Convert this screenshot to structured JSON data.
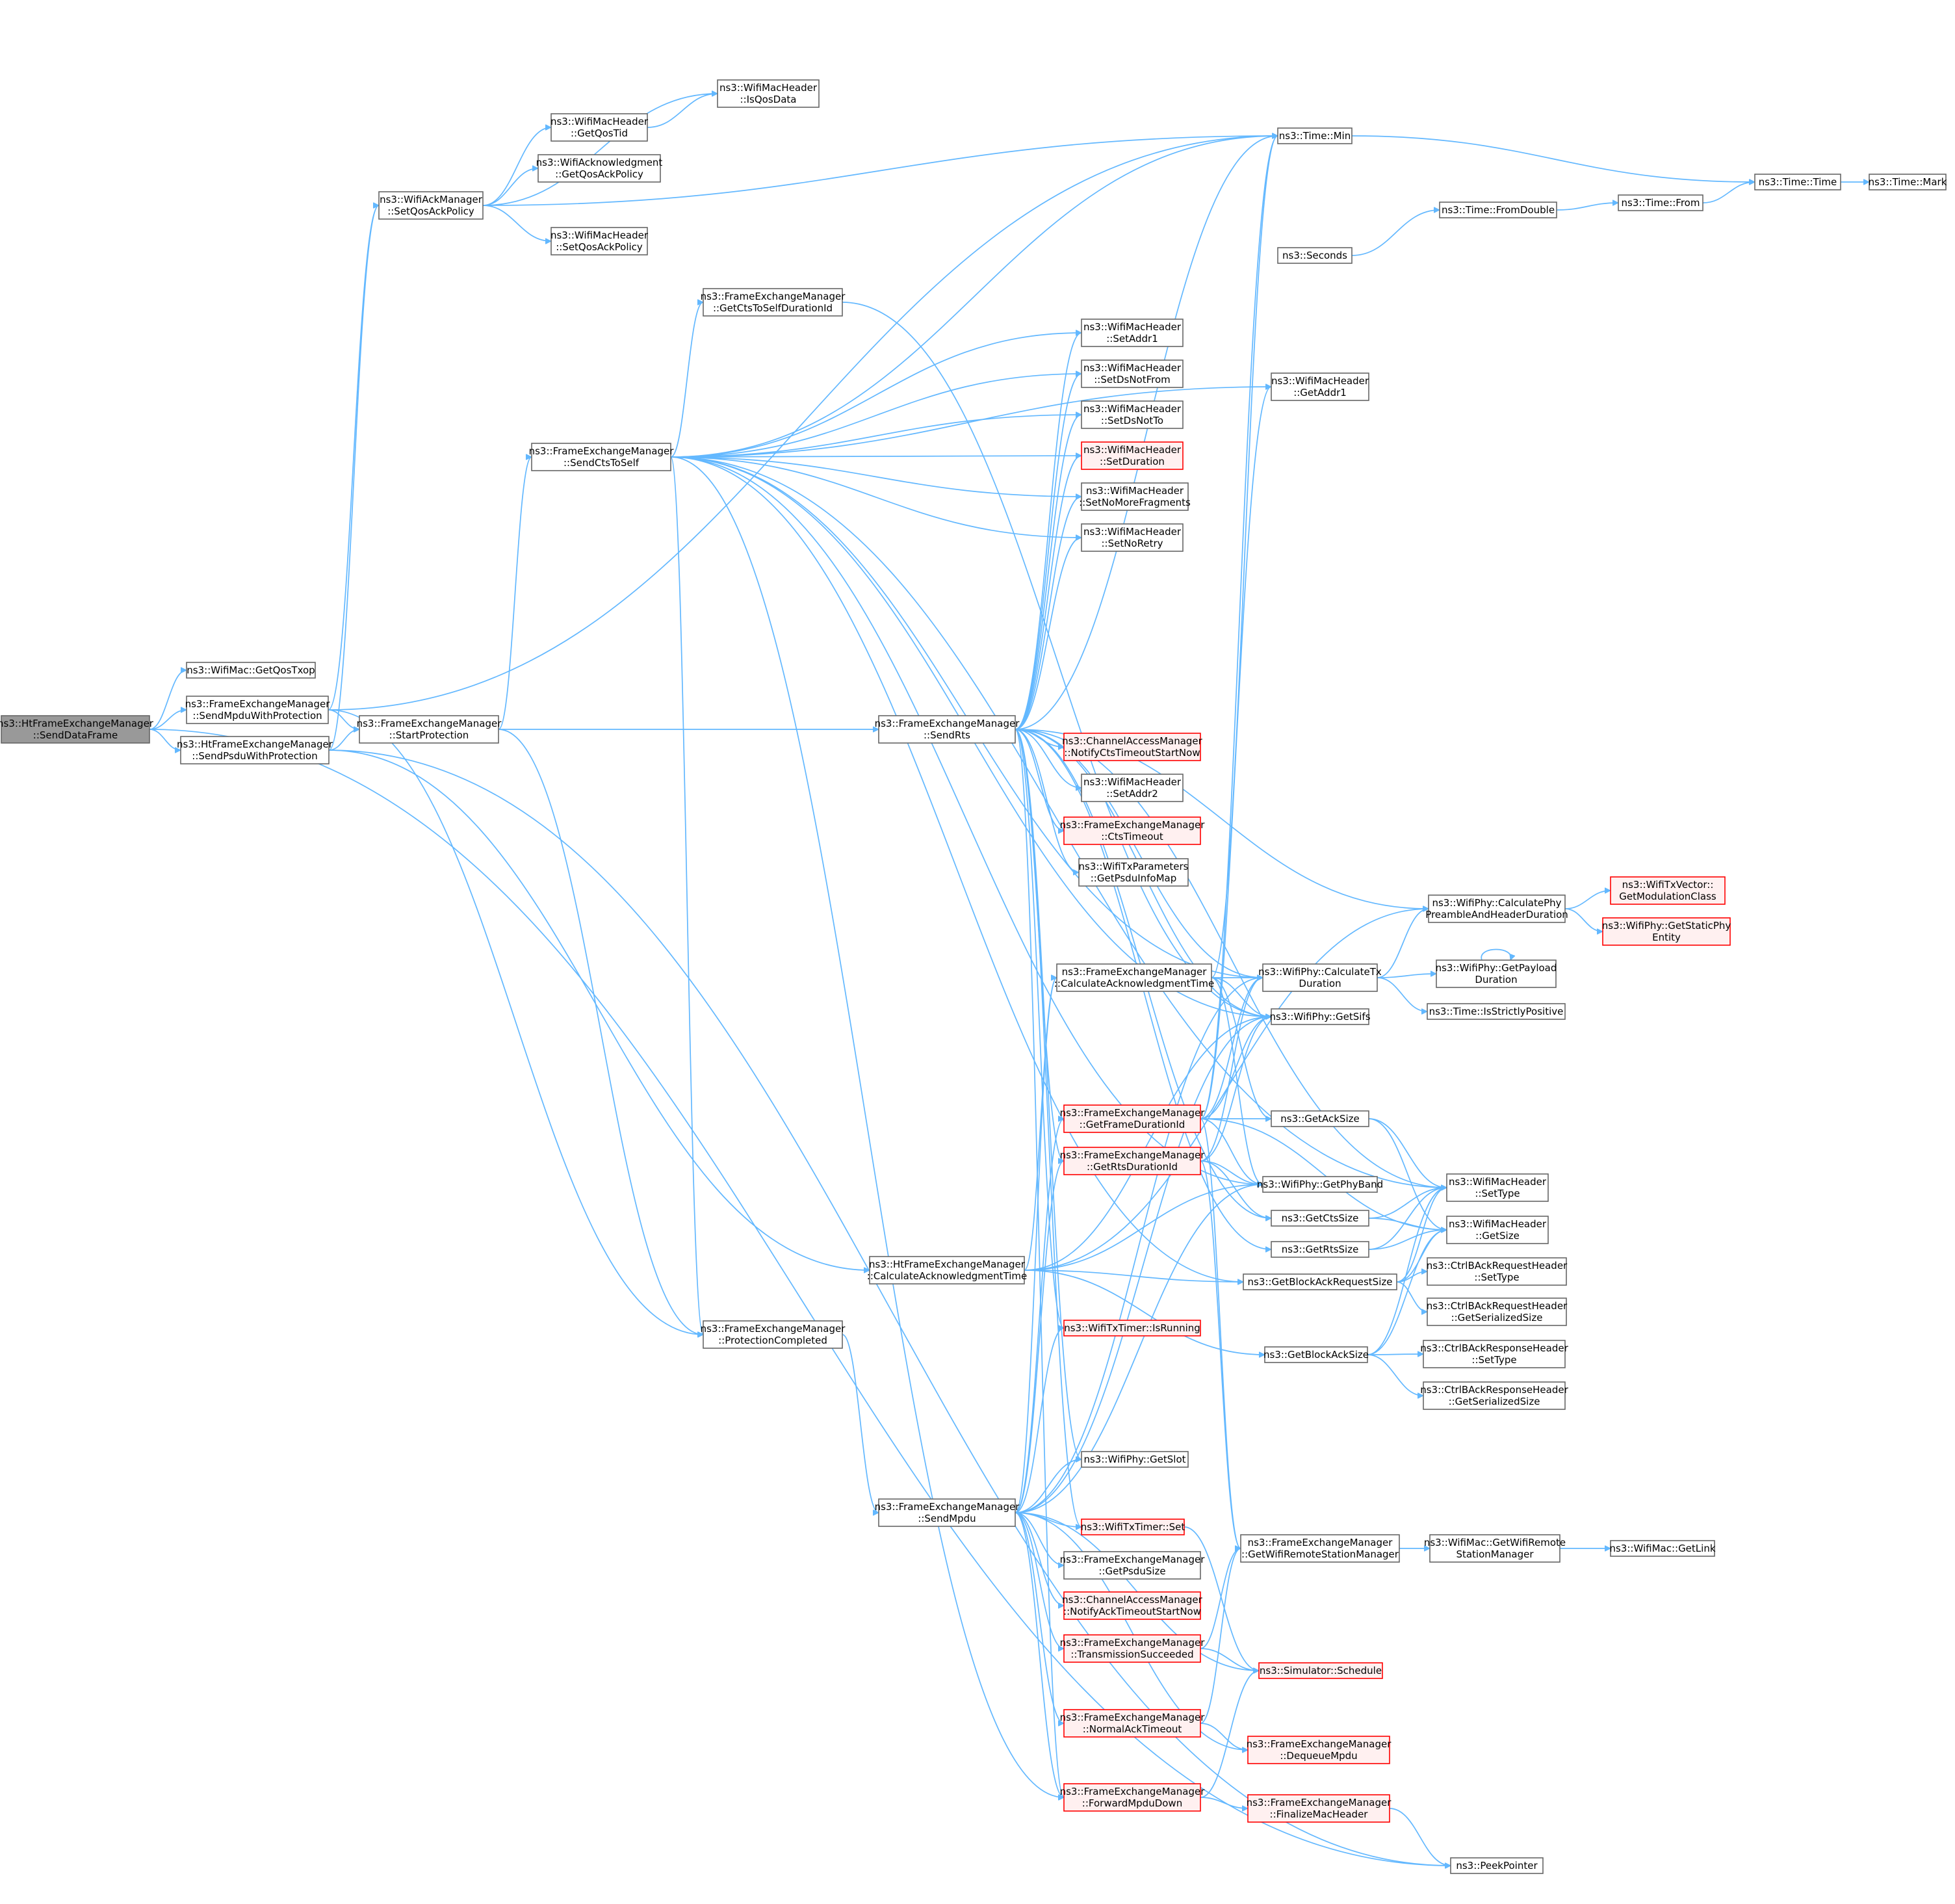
{
  "nodes": [
    {
      "id": "root",
      "lines": [
        "ns3::HtFrameExchangeManager",
        "::SendDataFrame"
      ],
      "style": "root"
    },
    {
      "id": "getqostxop",
      "lines": [
        "ns3::WifiMac::GetQosTxop"
      ],
      "style": "normal"
    },
    {
      "id": "sendmpduwp",
      "lines": [
        "ns3::FrameExchangeManager",
        "::SendMpduWithProtection"
      ],
      "style": "normal"
    },
    {
      "id": "sendpsduwp",
      "lines": [
        "ns3::HtFrameExchangeManager",
        "::SendPsduWithProtection"
      ],
      "style": "normal"
    },
    {
      "id": "setqosackpolicy",
      "lines": [
        "ns3::WifiAckManager",
        "::SetQosAckPolicy"
      ],
      "style": "normal"
    },
    {
      "id": "startprotection",
      "lines": [
        "ns3::FrameExchangeManager",
        "::StartProtection"
      ],
      "style": "normal"
    },
    {
      "id": "getqostid",
      "lines": [
        "ns3::WifiMacHeader",
        "::GetQosTid"
      ],
      "style": "normal"
    },
    {
      "id": "ackgetqospolicy",
      "lines": [
        "ns3::WifiAcknowledgment",
        "::GetQosAckPolicy"
      ],
      "style": "normal"
    },
    {
      "id": "hdrsetqosackpolicy",
      "lines": [
        "ns3::WifiMacHeader",
        "::SetQosAckPolicy"
      ],
      "style": "normal"
    },
    {
      "id": "isqosdata",
      "lines": [
        "ns3::WifiMacHeader",
        "::IsQosData"
      ],
      "style": "normal"
    },
    {
      "id": "sendctstoself",
      "lines": [
        "ns3::FrameExchangeManager",
        "::SendCtsToSelf"
      ],
      "style": "normal"
    },
    {
      "id": "getctstoselfdur",
      "lines": [
        "ns3::FrameExchangeManager",
        "::GetCtsToSelfDurationId"
      ],
      "style": "normal"
    },
    {
      "id": "protcompleted",
      "lines": [
        "ns3::FrameExchangeManager",
        "::ProtectionCompleted"
      ],
      "style": "normal"
    },
    {
      "id": "htcalcack",
      "lines": [
        "ns3::HtFrameExchangeManager",
        "::CalculateAcknowledgmentTime"
      ],
      "style": "normal"
    },
    {
      "id": "sendrts",
      "lines": [
        "ns3::FrameExchangeManager",
        "::SendRts"
      ],
      "style": "normal"
    },
    {
      "id": "sendmpdu",
      "lines": [
        "ns3::FrameExchangeManager",
        "::SendMpdu"
      ],
      "style": "normal"
    },
    {
      "id": "setaddr1",
      "lines": [
        "ns3::WifiMacHeader",
        "::SetAddr1"
      ],
      "style": "normal"
    },
    {
      "id": "setdsnotfrom",
      "lines": [
        "ns3::WifiMacHeader",
        "::SetDsNotFrom"
      ],
      "style": "normal"
    },
    {
      "id": "setdsnotto",
      "lines": [
        "ns3::WifiMacHeader",
        "::SetDsNotTo"
      ],
      "style": "normal"
    },
    {
      "id": "setduration",
      "lines": [
        "ns3::WifiMacHeader",
        "::SetDuration"
      ],
      "style": "trunc"
    },
    {
      "id": "setnomorefrag",
      "lines": [
        "ns3::WifiMacHeader",
        "::SetNoMoreFragments"
      ],
      "style": "normal"
    },
    {
      "id": "setnoretry",
      "lines": [
        "ns3::WifiMacHeader",
        "::SetNoRetry"
      ],
      "style": "normal"
    },
    {
      "id": "notifyctstimeout",
      "lines": [
        "ns3::ChannelAccessManager",
        "::NotifyCtsTimeoutStartNow"
      ],
      "style": "trunc"
    },
    {
      "id": "setaddr2",
      "lines": [
        "ns3::WifiMacHeader",
        "::SetAddr2"
      ],
      "style": "normal"
    },
    {
      "id": "ctstimeout",
      "lines": [
        "ns3::FrameExchangeManager",
        "::CtsTimeout"
      ],
      "style": "trunc"
    },
    {
      "id": "getpsduinfomap",
      "lines": [
        "ns3::WifiTxParameters",
        "::GetPsduInfoMap"
      ],
      "style": "normal"
    },
    {
      "id": "fecalcack",
      "lines": [
        "ns3::FrameExchangeManager",
        "::CalculateAcknowledgmentTime"
      ],
      "style": "normal"
    },
    {
      "id": "getframedurid",
      "lines": [
        "ns3::FrameExchangeManager",
        "::GetFrameDurationId"
      ],
      "style": "trunc"
    },
    {
      "id": "getrtsdurid",
      "lines": [
        "ns3::FrameExchangeManager",
        "::GetRtsDurationId"
      ],
      "style": "trunc"
    },
    {
      "id": "isrunning",
      "lines": [
        "ns3::WifiTxTimer::IsRunning"
      ],
      "style": "trunc"
    },
    {
      "id": "getslot",
      "lines": [
        "ns3::WifiPhy::GetSlot"
      ],
      "style": "normal"
    },
    {
      "id": "timerset",
      "lines": [
        "ns3::WifiTxTimer::Set"
      ],
      "style": "trunc"
    },
    {
      "id": "getpsdusize",
      "lines": [
        "ns3::FrameExchangeManager",
        "::GetPsduSize"
      ],
      "style": "normal"
    },
    {
      "id": "notifyacktimeout",
      "lines": [
        "ns3::ChannelAccessManager",
        "::NotifyAckTimeoutStartNow"
      ],
      "style": "trunc"
    },
    {
      "id": "txsucceeded",
      "lines": [
        "ns3::FrameExchangeManager",
        "::TransmissionSucceeded"
      ],
      "style": "trunc"
    },
    {
      "id": "normalacktimeout",
      "lines": [
        "ns3::FrameExchangeManager",
        "::NormalAckTimeout"
      ],
      "style": "trunc"
    },
    {
      "id": "forwardmpdudown",
      "lines": [
        "ns3::FrameExchangeManager",
        "::ForwardMpduDown"
      ],
      "style": "trunc"
    },
    {
      "id": "timemin",
      "lines": [
        "ns3::Time::Min"
      ],
      "style": "normal"
    },
    {
      "id": "seconds",
      "lines": [
        "ns3::Seconds"
      ],
      "style": "normal"
    },
    {
      "id": "getaddr1",
      "lines": [
        "ns3::WifiMacHeader",
        "::GetAddr1"
      ],
      "style": "normal"
    },
    {
      "id": "calctxdur",
      "lines": [
        "ns3::WifiPhy::CalculateTx",
        "Duration"
      ],
      "style": "normal"
    },
    {
      "id": "getsifs",
      "lines": [
        "ns3::WifiPhy::GetSifs"
      ],
      "style": "normal"
    },
    {
      "id": "getacksize",
      "lines": [
        "ns3::GetAckSize"
      ],
      "style": "normal"
    },
    {
      "id": "getphyband",
      "lines": [
        "ns3::WifiPhy::GetPhyBand"
      ],
      "style": "normal"
    },
    {
      "id": "getctssize",
      "lines": [
        "ns3::GetCtsSize"
      ],
      "style": "normal"
    },
    {
      "id": "getrtssize",
      "lines": [
        "ns3::GetRtsSize"
      ],
      "style": "normal"
    },
    {
      "id": "getbarsize",
      "lines": [
        "ns3::GetBlockAckRequestSize"
      ],
      "style": "normal"
    },
    {
      "id": "getbasize",
      "lines": [
        "ns3::GetBlockAckSize"
      ],
      "style": "normal"
    },
    {
      "id": "getrsm",
      "lines": [
        "ns3::FrameExchangeManager",
        "::GetWifiRemoteStationManager"
      ],
      "style": "normal"
    },
    {
      "id": "schedule",
      "lines": [
        "ns3::Simulator::Schedule"
      ],
      "style": "trunc"
    },
    {
      "id": "dequeuempdu",
      "lines": [
        "ns3::FrameExchangeManager",
        "::DequeueMpdu"
      ],
      "style": "trunc"
    },
    {
      "id": "finalizemachdr",
      "lines": [
        "ns3::FrameExchangeManager",
        "::FinalizeMacHeader"
      ],
      "style": "trunc"
    },
    {
      "id": "fromdouble",
      "lines": [
        "ns3::Time::FromDouble"
      ],
      "style": "normal"
    },
    {
      "id": "timefrom",
      "lines": [
        "ns3::Time::From"
      ],
      "style": "normal"
    },
    {
      "id": "timetime",
      "lines": [
        "ns3::Time::Time"
      ],
      "style": "normal"
    },
    {
      "id": "timemark",
      "lines": [
        "ns3::Time::Mark"
      ],
      "style": "normal"
    },
    {
      "id": "calcphypreamble",
      "lines": [
        "ns3::WifiPhy::CalculatePhy",
        "PreambleAndHeaderDuration"
      ],
      "style": "normal"
    },
    {
      "id": "getmodclass",
      "lines": [
        "ns3::WifiTxVector::",
        "GetModulationClass"
      ],
      "style": "trunc"
    },
    {
      "id": "getstaticphy",
      "lines": [
        "ns3::WifiPhy::GetStaticPhy",
        "Entity"
      ],
      "style": "trunc"
    },
    {
      "id": "getpayloaddur",
      "lines": [
        "ns3::WifiPhy::GetPayload",
        "Duration"
      ],
      "style": "normal"
    },
    {
      "id": "isstrictlypos",
      "lines": [
        "ns3::Time::IsStrictlyPositive"
      ],
      "style": "normal"
    },
    {
      "id": "hdrsettype",
      "lines": [
        "ns3::WifiMacHeader",
        "::SetType"
      ],
      "style": "normal"
    },
    {
      "id": "hdrgetsize",
      "lines": [
        "ns3::WifiMacHeader",
        "::GetSize"
      ],
      "style": "normal"
    },
    {
      "id": "barsettype",
      "lines": [
        "ns3::CtrlBAckRequestHeader",
        "::SetType"
      ],
      "style": "normal"
    },
    {
      "id": "barserialsize",
      "lines": [
        "ns3::CtrlBAckRequestHeader",
        "::GetSerializedSize"
      ],
      "style": "normal"
    },
    {
      "id": "basettype",
      "lines": [
        "ns3::CtrlBAckResponseHeader",
        "::SetType"
      ],
      "style": "normal"
    },
    {
      "id": "baserialsize",
      "lines": [
        "ns3::CtrlBAckResponseHeader",
        "::GetSerializedSize"
      ],
      "style": "normal"
    },
    {
      "id": "getremotesm",
      "lines": [
        "ns3::WifiMac::GetWifiRemote",
        "StationManager"
      ],
      "style": "normal"
    },
    {
      "id": "getlink",
      "lines": [
        "ns3::WifiMac::GetLink"
      ],
      "style": "normal"
    },
    {
      "id": "peekpointer",
      "lines": [
        "ns3::PeekPointer"
      ],
      "style": "normal"
    }
  ],
  "edges": [
    [
      "root",
      "getqostxop"
    ],
    [
      "root",
      "sendmpduwp"
    ],
    [
      "root",
      "sendpsduwp"
    ],
    [
      "root",
      "peekpointer"
    ],
    [
      "sendmpduwp",
      "setqosackpolicy"
    ],
    [
      "sendmpduwp",
      "startprotection"
    ],
    [
      "sendmpduwp",
      "timemin"
    ],
    [
      "sendmpduwp",
      "protcompleted"
    ],
    [
      "sendpsduwp",
      "setqosackpolicy"
    ],
    [
      "sendpsduwp",
      "startprotection"
    ],
    [
      "sendpsduwp",
      "htcalcack"
    ],
    [
      "sendpsduwp",
      "peekpointer"
    ],
    [
      "setqosackpolicy",
      "getqostid"
    ],
    [
      "setqosackpolicy",
      "ackgetqospolicy"
    ],
    [
      "setqosackpolicy",
      "hdrsetqosackpolicy"
    ],
    [
      "setqosackpolicy",
      "isqosdata"
    ],
    [
      "setqosackpolicy",
      "timemin"
    ],
    [
      "getqostid",
      "isqosdata"
    ],
    [
      "startprotection",
      "sendctstoself"
    ],
    [
      "startprotection",
      "sendrts"
    ],
    [
      "startprotection",
      "protcompleted"
    ],
    [
      "sendctstoself",
      "getctstoselfdur"
    ],
    [
      "sendctstoself",
      "setaddr1"
    ],
    [
      "sendctstoself",
      "setdsnotfrom"
    ],
    [
      "sendctstoself",
      "setdsnotto"
    ],
    [
      "sendctstoself",
      "setduration"
    ],
    [
      "sendctstoself",
      "setnomorefrag"
    ],
    [
      "sendctstoself",
      "setnoretry"
    ],
    [
      "sendctstoself",
      "timemin"
    ],
    [
      "sendctstoself",
      "calctxdur"
    ],
    [
      "sendctstoself",
      "getsifs"
    ],
    [
      "sendctstoself",
      "getphyband"
    ],
    [
      "sendctstoself",
      "hdrsettype"
    ],
    [
      "sendctstoself",
      "getaddr1"
    ],
    [
      "sendctstoself",
      "protcompleted"
    ],
    [
      "sendctstoself",
      "forwardmpdudown"
    ],
    [
      "sendctstoself",
      "getbarsize"
    ],
    [
      "getctstoselfdur",
      "getsifs"
    ],
    [
      "protcompleted",
      "sendmpdu"
    ],
    [
      "htcalcack",
      "fecalcack"
    ],
    [
      "htcalcack",
      "getsifs"
    ],
    [
      "htcalcack",
      "getphyband"
    ],
    [
      "htcalcack",
      "getbarsize"
    ],
    [
      "htcalcack",
      "getbasize"
    ],
    [
      "htcalcack",
      "calcphypreamble"
    ],
    [
      "sendrts",
      "setaddr1"
    ],
    [
      "sendrts",
      "setdsnotfrom"
    ],
    [
      "sendrts",
      "setdsnotto"
    ],
    [
      "sendrts",
      "setduration"
    ],
    [
      "sendrts",
      "setnomorefrag"
    ],
    [
      "sendrts",
      "setnoretry"
    ],
    [
      "sendrts",
      "notifyctstimeout"
    ],
    [
      "sendrts",
      "setaddr2"
    ],
    [
      "sendrts",
      "ctstimeout"
    ],
    [
      "sendrts",
      "getpsduinfomap"
    ],
    [
      "sendrts",
      "getrtsdurid"
    ],
    [
      "sendrts",
      "isrunning"
    ],
    [
      "sendrts",
      "getslot"
    ],
    [
      "sendrts",
      "timerset"
    ],
    [
      "sendrts",
      "forwardmpdudown"
    ],
    [
      "sendrts",
      "calctxdur"
    ],
    [
      "sendrts",
      "getsifs"
    ],
    [
      "sendrts",
      "timemin"
    ],
    [
      "sendrts",
      "getctssize"
    ],
    [
      "sendrts",
      "getrtssize"
    ],
    [
      "sendrts",
      "calcphypreamble"
    ],
    [
      "sendrts",
      "hdrsettype"
    ],
    [
      "sendmpdu",
      "fecalcack"
    ],
    [
      "sendmpdu",
      "getframedurid"
    ],
    [
      "sendmpdu",
      "getrtsdurid"
    ],
    [
      "sendmpdu",
      "isrunning"
    ],
    [
      "sendmpdu",
      "getslot"
    ],
    [
      "sendmpdu",
      "timerset"
    ],
    [
      "sendmpdu",
      "getpsdusize"
    ],
    [
      "sendmpdu",
      "notifyacktimeout"
    ],
    [
      "sendmpdu",
      "txsucceeded"
    ],
    [
      "sendmpdu",
      "normalacktimeout"
    ],
    [
      "sendmpdu",
      "forwardmpdudown"
    ],
    [
      "sendmpdu",
      "calctxdur"
    ],
    [
      "sendmpdu",
      "getsifs"
    ],
    [
      "sendmpdu",
      "dequeuempdu"
    ],
    [
      "sendmpdu",
      "schedule"
    ],
    [
      "sendmpdu",
      "getphyband"
    ],
    [
      "fecalcack",
      "calctxdur"
    ],
    [
      "fecalcack",
      "getsifs"
    ],
    [
      "fecalcack",
      "getacksize"
    ],
    [
      "fecalcack",
      "getphyband"
    ],
    [
      "fecalcack",
      "timemin"
    ],
    [
      "getframedurid",
      "calctxdur"
    ],
    [
      "getframedurid",
      "getsifs"
    ],
    [
      "getframedurid",
      "getacksize"
    ],
    [
      "getframedurid",
      "getphyband"
    ],
    [
      "getframedurid",
      "timemin"
    ],
    [
      "getframedurid",
      "hdrgetsize"
    ],
    [
      "getframedurid",
      "getaddr1"
    ],
    [
      "getframedurid",
      "getrsm"
    ],
    [
      "getrtsdurid",
      "calctxdur"
    ],
    [
      "getrtsdurid",
      "getsifs"
    ],
    [
      "getrtsdurid",
      "getctssize"
    ],
    [
      "getrtsdurid",
      "getphyband"
    ],
    [
      "getrtsdurid",
      "getrsm"
    ],
    [
      "timerset",
      "schedule"
    ],
    [
      "txsucceeded",
      "schedule"
    ],
    [
      "txsucceeded",
      "getrsm"
    ],
    [
      "normalacktimeout",
      "getrsm"
    ],
    [
      "normalacktimeout",
      "dequeuempdu"
    ],
    [
      "forwardmpdudown",
      "finalizemachdr"
    ],
    [
      "forwardmpdudown",
      "schedule"
    ],
    [
      "finalizemachdr",
      "peekpointer"
    ],
    [
      "timemin",
      "timetime"
    ],
    [
      "seconds",
      "fromdouble"
    ],
    [
      "fromdouble",
      "timefrom"
    ],
    [
      "timefrom",
      "timetime"
    ],
    [
      "timetime",
      "timemark"
    ],
    [
      "calctxdur",
      "calcphypreamble"
    ],
    [
      "calctxdur",
      "getpayloaddur"
    ],
    [
      "calctxdur",
      "isstrictlypos"
    ],
    [
      "calcphypreamble",
      "getmodclass"
    ],
    [
      "calcphypreamble",
      "getstaticphy"
    ],
    [
      "getpayloaddur",
      "getpayloaddur"
    ],
    [
      "getacksize",
      "hdrsettype"
    ],
    [
      "getacksize",
      "hdrgetsize"
    ],
    [
      "getctssize",
      "hdrsettype"
    ],
    [
      "getctssize",
      "hdrgetsize"
    ],
    [
      "getrtssize",
      "hdrsettype"
    ],
    [
      "getrtssize",
      "hdrgetsize"
    ],
    [
      "getbarsize",
      "hdrsettype"
    ],
    [
      "getbarsize",
      "hdrgetsize"
    ],
    [
      "getbarsize",
      "barsettype"
    ],
    [
      "getbarsize",
      "barserialsize"
    ],
    [
      "getbasize",
      "hdrsettype"
    ],
    [
      "getbasize",
      "hdrgetsize"
    ],
    [
      "getbasize",
      "basettype"
    ],
    [
      "getbasize",
      "baserialsize"
    ],
    [
      "getrsm",
      "getremotesm"
    ],
    [
      "getremotesm",
      "getlink"
    ]
  ]
}
